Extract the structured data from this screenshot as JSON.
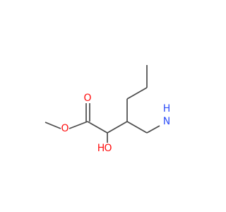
{
  "molecule": {
    "atoms": {
      "carbonyl_oxygen": "O",
      "ester_oxygen": "O",
      "hydroxyl_oxygen": "O",
      "hydroxyl_hydrogen": "H",
      "amine_nitrogen": "N",
      "amine_hydrogen": "H"
    },
    "colors": {
      "oxygen": "#ff0d0d",
      "nitrogen": "#3050f8",
      "bond": "#4a4a4a"
    }
  }
}
